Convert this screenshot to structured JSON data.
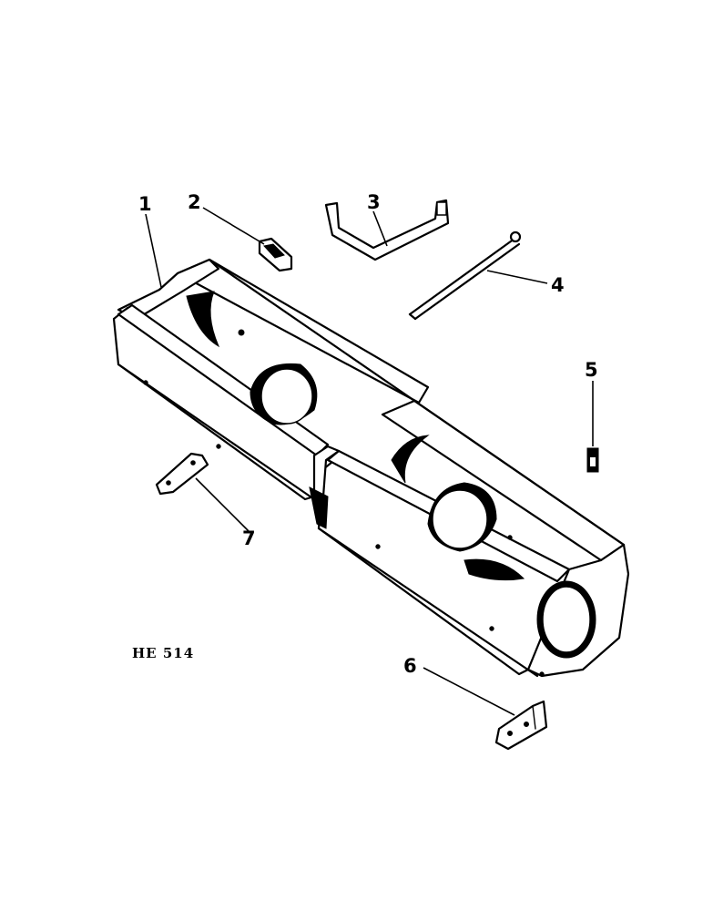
{
  "drawing_code": "HE 514",
  "callouts": [
    {
      "id": "1",
      "label": "1"
    },
    {
      "id": "2",
      "label": "2"
    },
    {
      "id": "3",
      "label": "3"
    },
    {
      "id": "4",
      "label": "4"
    },
    {
      "id": "5",
      "label": "5"
    },
    {
      "id": "6",
      "label": "6"
    },
    {
      "id": "7",
      "label": "7"
    }
  ],
  "colors": {
    "ink": "#000000",
    "paper": "#ffffff"
  }
}
